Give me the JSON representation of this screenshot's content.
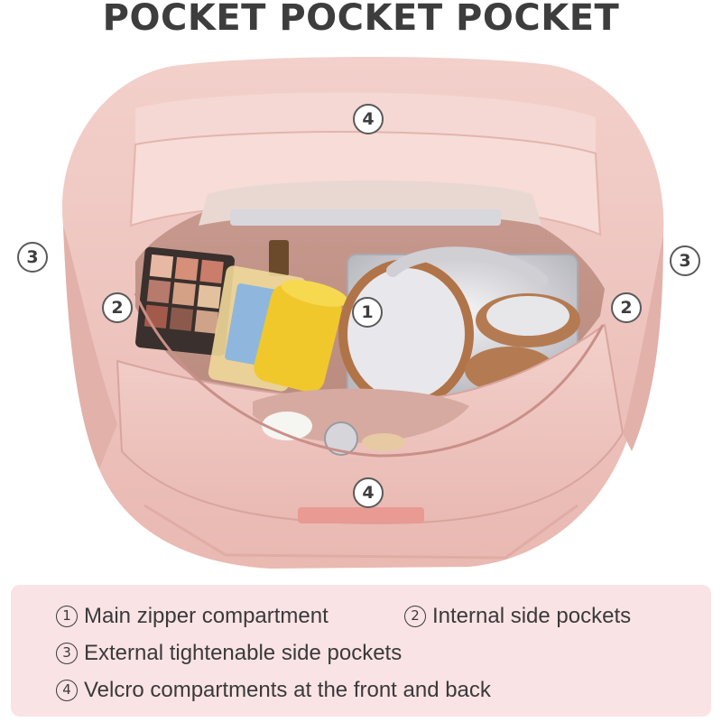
{
  "title": "POCKET POCKET POCKET",
  "markers": {
    "m1": "1",
    "m2_left": "2",
    "m2_right": "2",
    "m3_left": "3",
    "m3_right": "3",
    "m4_top": "4",
    "m4_bottom": "4"
  },
  "legend": {
    "items": [
      {
        "num": "1",
        "text": "Main zipper compartment"
      },
      {
        "num": "2",
        "text": "Internal side pockets"
      },
      {
        "num": "3",
        "text": "External tightenable side pockets"
      },
      {
        "num": "4",
        "text": "Velcro compartments at the front and back"
      }
    ]
  },
  "colors": {
    "bag": "#efc7c3",
    "bag_shadow": "#d9a8a2",
    "legend_bg": "#fae3e5",
    "title_text": "#3d3d3d"
  }
}
